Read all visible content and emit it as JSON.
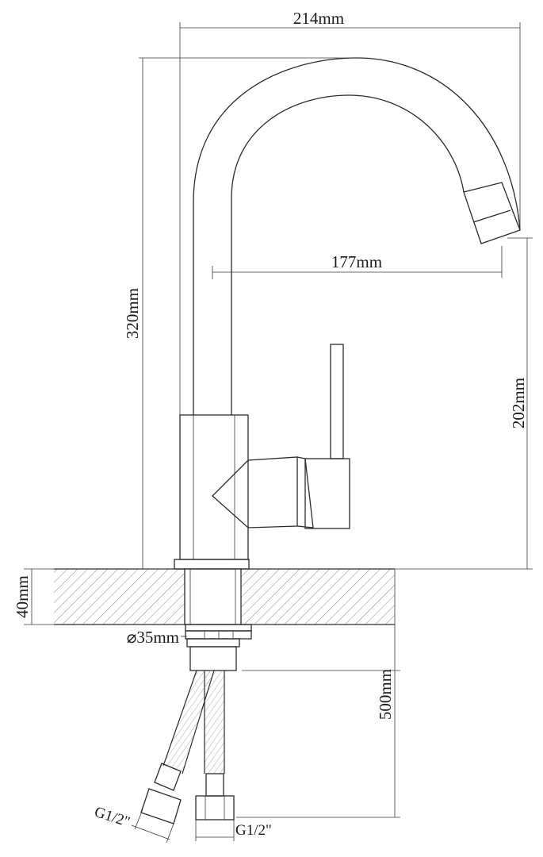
{
  "dimensions": {
    "total_width": "214mm",
    "spout_reach": "177mm",
    "total_height": "320mm",
    "spout_height": "202mm",
    "countertop_thickness": "40mm",
    "mount_diameter": "⌀35mm",
    "hose_length": "500mm",
    "thread_left": "G1/2\"",
    "thread_right": "G1/2\""
  }
}
